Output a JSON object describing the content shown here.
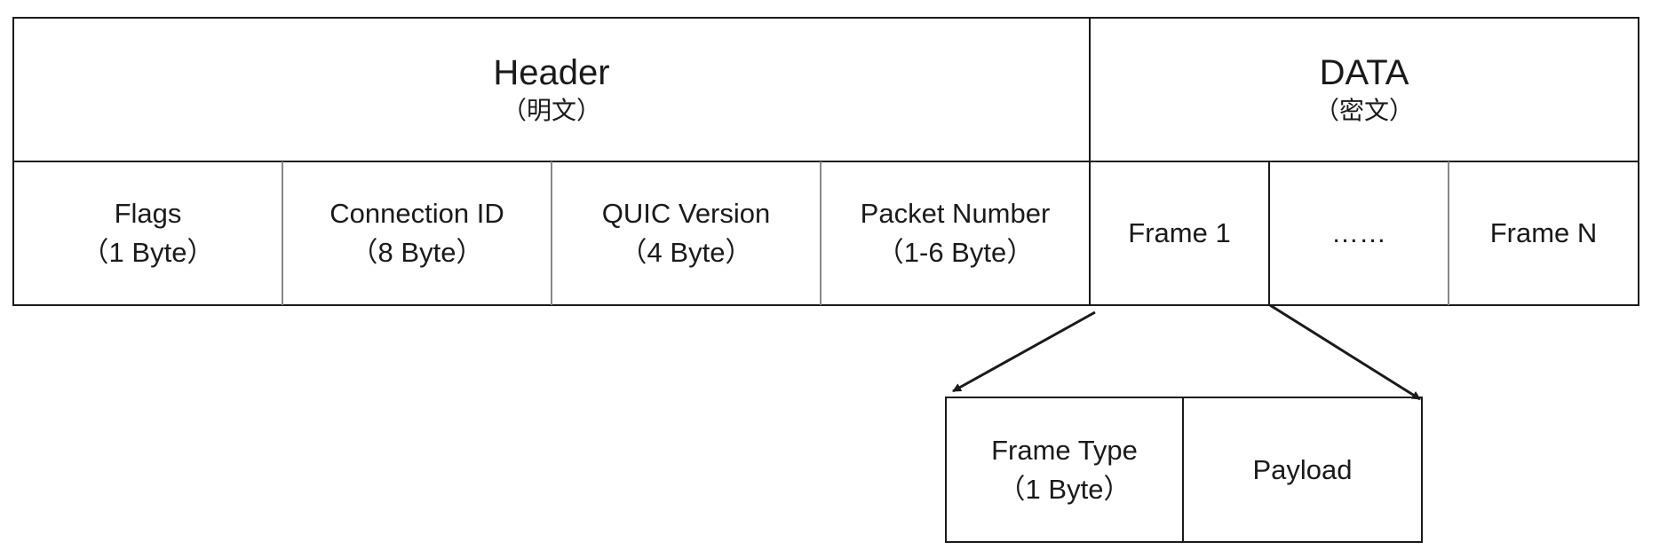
{
  "header": {
    "title": "Header",
    "note": "（明文）"
  },
  "data": {
    "title": "DATA",
    "note": "（密文）"
  },
  "fields": [
    {
      "name": "Flags",
      "size": "（1 Byte）"
    },
    {
      "name": "Connection ID",
      "size": "（8 Byte）"
    },
    {
      "name": "QUIC Version",
      "size": "（4 Byte）"
    },
    {
      "name": "Packet Number",
      "size": "（1-6 Byte）"
    }
  ],
  "frames": [
    {
      "label": "Frame 1"
    },
    {
      "label": "……"
    },
    {
      "label": "Frame N"
    }
  ],
  "frame_detail": {
    "type": {
      "name": "Frame Type",
      "size": "（1 Byte）"
    },
    "payload": {
      "label": "Payload"
    }
  },
  "colors": {
    "stroke": "#1a1a1a",
    "divider": "#888888"
  }
}
